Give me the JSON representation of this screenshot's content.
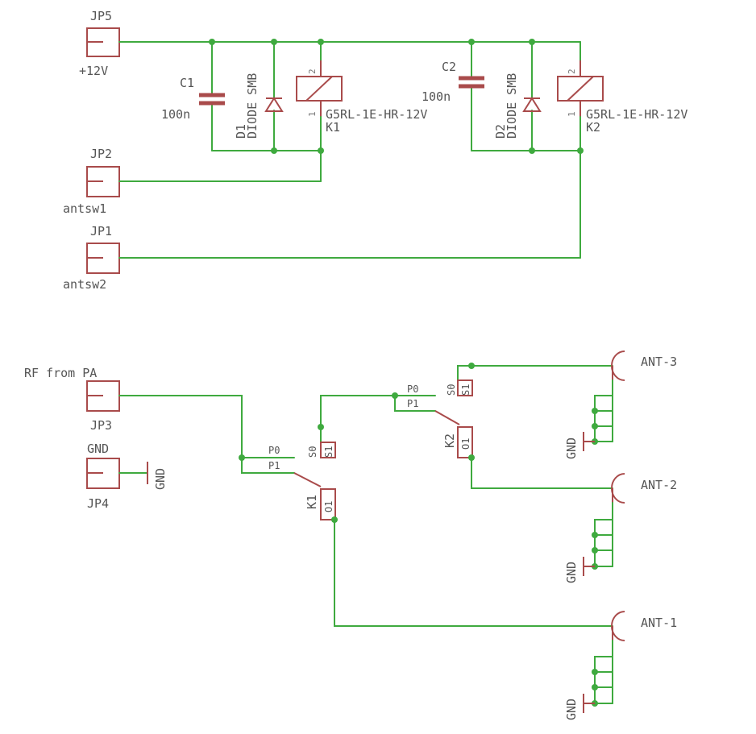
{
  "connectors": {
    "jp5": {
      "name": "JP5",
      "value": "+12V"
    },
    "jp2": {
      "name": "JP2",
      "value": "antsw1"
    },
    "jp1": {
      "name": "JP1",
      "value": "antsw2"
    },
    "jp3": {
      "name": "JP3",
      "value": "RF from PA"
    },
    "jp4": {
      "name": "JP4",
      "value": "GND"
    }
  },
  "capacitors": {
    "c1": {
      "name": "C1",
      "value": "100n"
    },
    "c2": {
      "name": "C2",
      "value": "100n"
    }
  },
  "diodes": {
    "d1": {
      "name": "D1",
      "value": "DIODE SMB"
    },
    "d2": {
      "name": "D2",
      "value": "DIODE SMB"
    }
  },
  "relays": {
    "k1": {
      "name": "K1",
      "value": "G5RL-1E-HR-12V",
      "pin1": "1",
      "pin2": "2",
      "switch_name": "K1",
      "p0": "P0",
      "p1": "P1",
      "s0": "S0",
      "s1": "S1",
      "o1": "O1"
    },
    "k2": {
      "name": "K2",
      "value": "G5RL-1E-HR-12V",
      "pin1": "1",
      "pin2": "2",
      "switch_name": "K2",
      "p0": "P0",
      "p1": "P1",
      "s0": "S0",
      "s1": "S1",
      "o1": "O1"
    }
  },
  "antennas": {
    "ant3": {
      "name": "ANT-3",
      "gnd": "GND"
    },
    "ant2": {
      "name": "ANT-2",
      "gnd": "GND"
    },
    "ant1": {
      "name": "ANT-1",
      "gnd": "GND"
    }
  },
  "gnd_symbol": {
    "label": "GND"
  },
  "colors": {
    "wire": "#3faa3f",
    "part": "#a94b4b",
    "label": "#555555",
    "background": "#ffffff"
  }
}
